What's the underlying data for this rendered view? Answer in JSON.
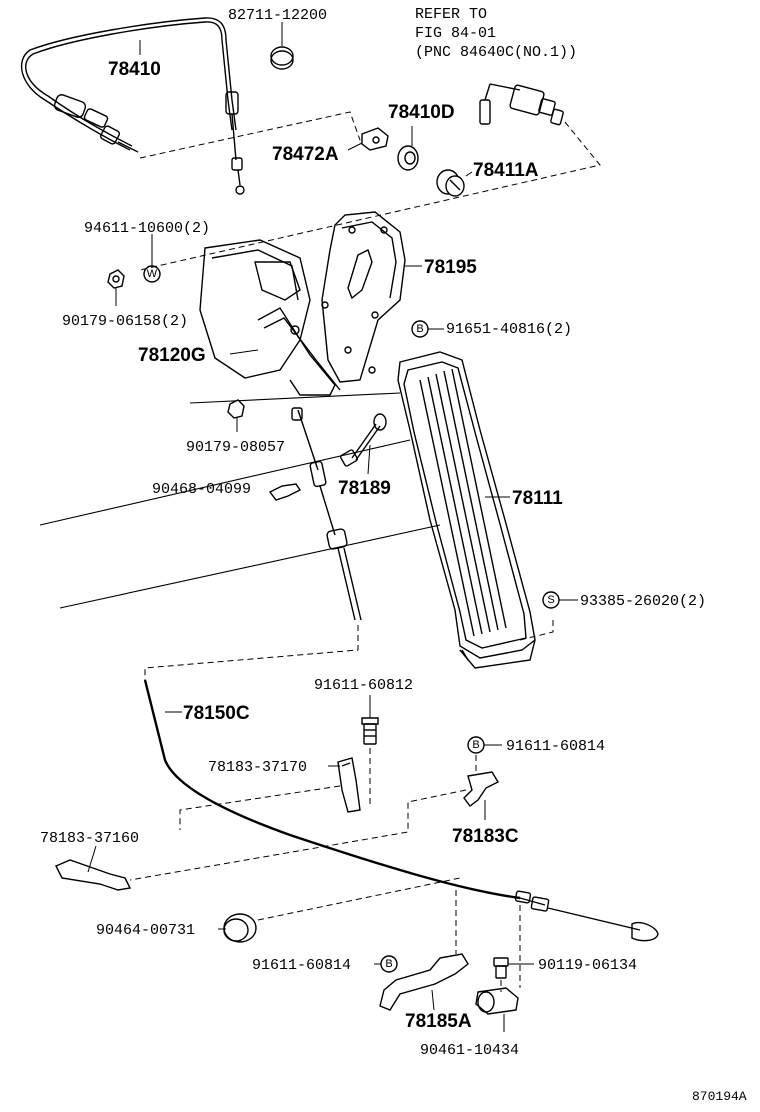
{
  "reference": {
    "line1": "REFER TO",
    "line2": "FIG 84-01",
    "line3": "(PNC 84640C(NO.1))"
  },
  "labels": {
    "p82711": "82711-12200",
    "p78410": "78410",
    "p78410D": "78410D",
    "p78472A": "78472A",
    "p78411A": "78411A",
    "p94611": "94611-10600(2)",
    "p78195": "78195",
    "p90179a": "90179-06158(2)",
    "p91651": "91651-40816(2)",
    "p78120G": "78120G",
    "p90179b": "90179-08057",
    "p90468": "90468-04099",
    "p78189": "78189",
    "p78111": "78111",
    "p93385": "93385-26020(2)",
    "p91611a": "91611-60812",
    "p78150C": "78150C",
    "p91611b": "91611-60814",
    "p78183a": "78183-37170",
    "p78183b": "78183-37160",
    "p78183C": "78183C",
    "p90464": "90464-00731",
    "p91611c": "91611-60814",
    "p90119": "90119-06134",
    "p78185A": "78185A",
    "p90461": "90461-10434",
    "figure_code": "870194A"
  },
  "markers": {
    "w": "W",
    "b1": "B",
    "s": "S",
    "b2": "B",
    "b3": "B"
  }
}
